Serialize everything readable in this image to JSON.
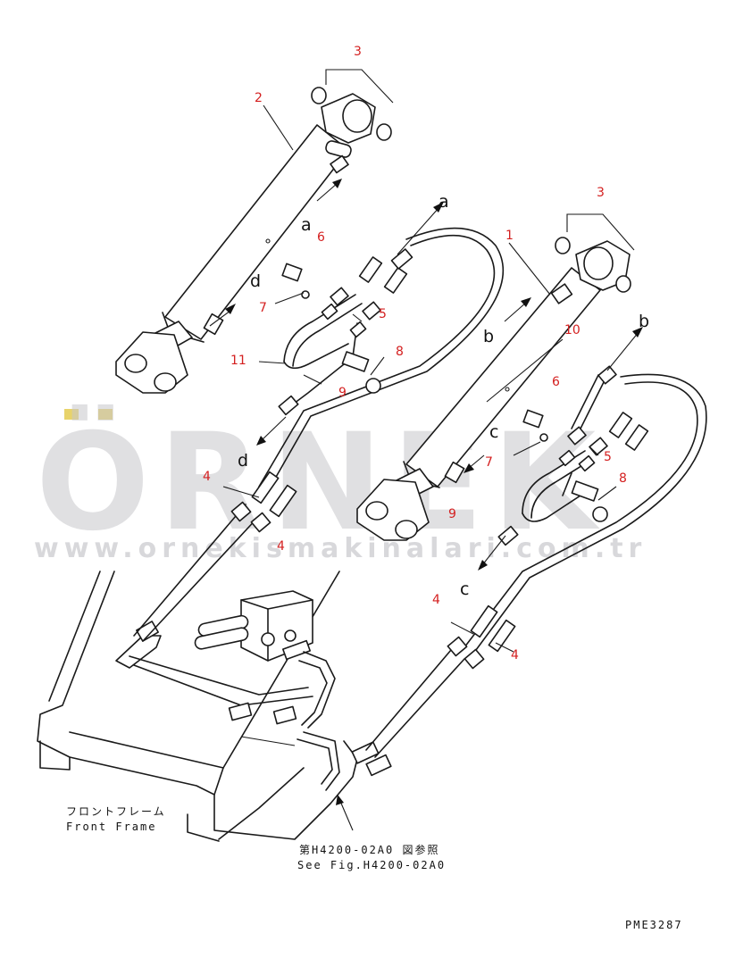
{
  "watermark": {
    "brand": "ÖRNEK",
    "url": "www.ornekismakinalari.com.tr",
    "accent_color": "#e8d36a"
  },
  "part_numbers": {
    "p1": "1",
    "p2": "2",
    "p3a": "3",
    "p3b": "3",
    "p4a": "4",
    "p4b": "4",
    "p4c": "4",
    "p4d": "4",
    "p5a": "5",
    "p5b": "5",
    "p6a": "6",
    "p6b": "6",
    "p7a": "7",
    "p7b": "7",
    "p8a": "8",
    "p8b": "8",
    "p9a": "9",
    "p9b": "9",
    "p10": "10",
    "p11": "11"
  },
  "connection_letters": {
    "a1": "a",
    "a2": "a",
    "b1": "b",
    "b2": "b",
    "c1": "c",
    "c2": "c",
    "d1": "d",
    "d2": "d"
  },
  "frame_label": {
    "jp": "フロントフレーム",
    "en": "Front Frame"
  },
  "reference": {
    "jp": "第H4200-02A0 図参照",
    "en": "See Fig.H4200-02A0"
  },
  "drawing_code": "PME3287",
  "colors": {
    "part_number": "#d42020",
    "line": "#1a1a1a"
  }
}
